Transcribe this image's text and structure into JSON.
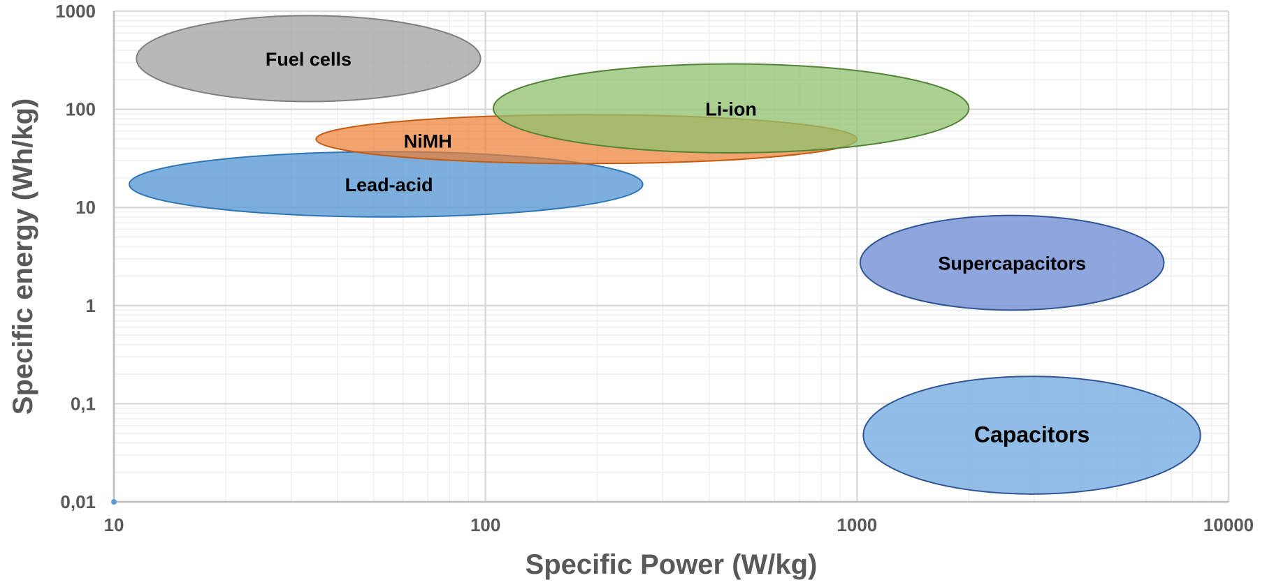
{
  "chart_data": {
    "type": "scatter",
    "subtype": "ragone-regions",
    "title": "",
    "xlabel": "Specific Power (W/kg)",
    "ylabel": "Specific energy (Wh/kg)",
    "xscale": "log",
    "yscale": "log",
    "xlim": [
      10,
      10000
    ],
    "ylim": [
      0.01,
      1000
    ],
    "x_ticks": [
      {
        "value": 10,
        "label": "10"
      },
      {
        "value": 100,
        "label": "100"
      },
      {
        "value": 1000,
        "label": "1000"
      },
      {
        "value": 10000,
        "label": "10000"
      }
    ],
    "y_ticks": [
      {
        "value": 0.01,
        "label": "0,01"
      },
      {
        "value": 0.1,
        "label": "0,1"
      },
      {
        "value": 1,
        "label": "1"
      },
      {
        "value": 10,
        "label": "10"
      },
      {
        "value": 100,
        "label": "100"
      },
      {
        "value": 1000,
        "label": "1000"
      }
    ],
    "grid": true,
    "legend": "none",
    "regions": [
      {
        "name": "Fuel cells",
        "x_range": [
          11.5,
          97
        ],
        "y_range": [
          120,
          900
        ],
        "fill": "#a6a6a6",
        "stroke": "#7f7f7f",
        "opacity": 0.8
      },
      {
        "name": "Lead-acid",
        "x_range": [
          11,
          265
        ],
        "y_range": [
          8,
          37
        ],
        "fill": "#5b9bd5",
        "stroke": "#2e75b6",
        "opacity": 0.8
      },
      {
        "name": "NiMH",
        "x_range": [
          35,
          1000
        ],
        "y_range": [
          28,
          88
        ],
        "fill": "#ed7d31",
        "stroke": "#c55a11",
        "opacity": 0.7
      },
      {
        "name": "Li-ion",
        "x_range": [
          105,
          2000
        ],
        "y_range": [
          36,
          290
        ],
        "fill": "#8fc26d",
        "stroke": "#548235",
        "opacity": 0.75
      },
      {
        "name": "Supercapacitors",
        "x_range": [
          1020,
          6700
        ],
        "y_range": [
          0.9,
          8.3
        ],
        "fill": "#7a96d6",
        "stroke": "#2f5597",
        "opacity": 0.85
      },
      {
        "name": "Capacitors",
        "x_range": [
          1040,
          8400
        ],
        "y_range": [
          0.012,
          0.19
        ],
        "fill": "#7fb2e2",
        "stroke": "#2f5597",
        "opacity": 0.85
      }
    ],
    "points": [
      {
        "x": 10,
        "y": 0.01
      }
    ],
    "colors": {
      "grid_major": "#d9d9d9",
      "grid_minor": "#eeeeee",
      "axis": "#bfbfbf",
      "text": "#595959",
      "point": "#5b9bd5"
    }
  }
}
